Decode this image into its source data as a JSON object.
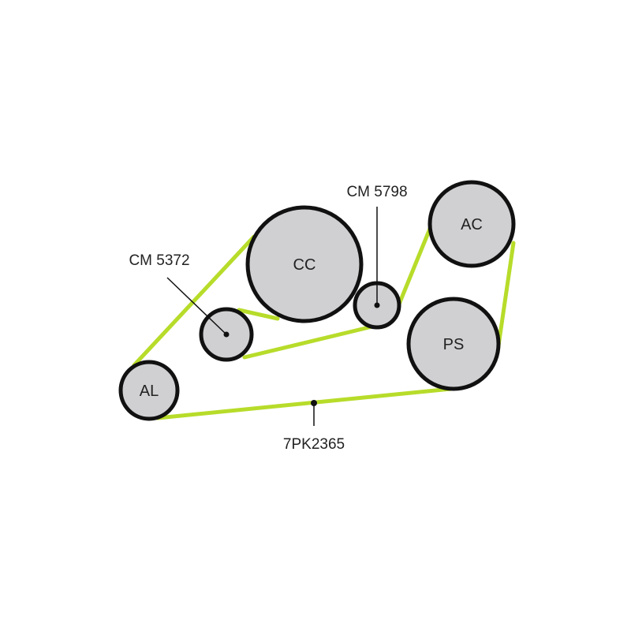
{
  "colors": {
    "belt": "#b7dc2a",
    "pulley_fill": "#d0d0d3",
    "pulley_stroke": "#111111"
  },
  "pulleys": {
    "al": "AL",
    "cc": "CC",
    "ac": "AC",
    "ps": "PS"
  },
  "callouts": {
    "idler_left": "CM 5372",
    "idler_right": "CM 5798",
    "belt": "7PK2365"
  }
}
